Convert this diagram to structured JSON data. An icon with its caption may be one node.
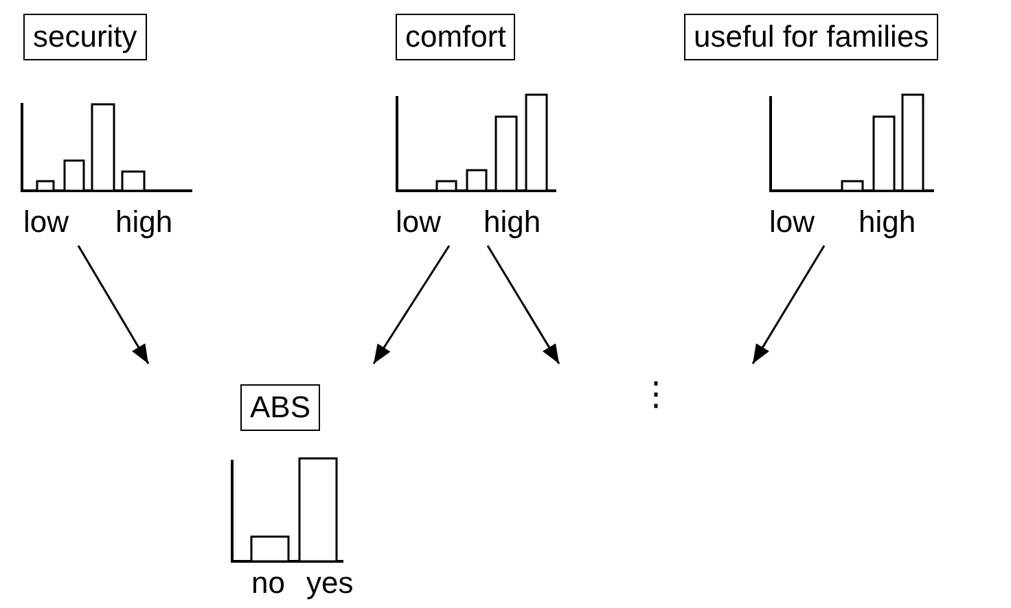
{
  "diagram": {
    "nodes": [
      {
        "text": [
          "security"
        ]
      },
      {
        "text": [
          "comfort"
        ]
      },
      {
        "text": [
          "useful for families"
        ]
      },
      {
        "text": [
          "ABS"
        ]
      },
      {
        "text": [
          "⋮"
        ]
      }
    ],
    "edges": [
      {
        "from": 0,
        "to": 3,
        "arrow": "to"
      },
      {
        "from": 1,
        "to": 3,
        "arrow": "to"
      },
      {
        "from": 1,
        "to": 4,
        "arrow": "to"
      },
      {
        "from": 2,
        "to": 4,
        "arrow": "to"
      }
    ],
    "labels": [
      "low",
      "high",
      "low",
      "high",
      "low",
      "high",
      "no",
      "yes"
    ]
  }
}
